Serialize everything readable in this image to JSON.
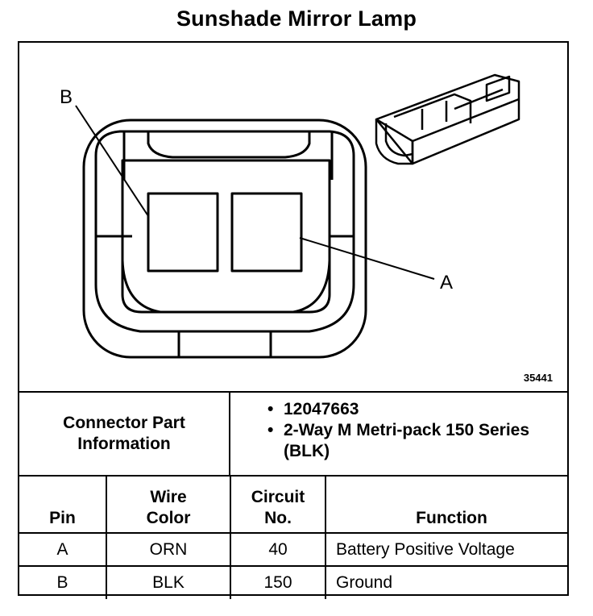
{
  "title": "Sunshade Mirror Lamp",
  "diagram": {
    "label_b": "B",
    "label_a": "A",
    "figure_number": "35441"
  },
  "connector_info": {
    "label": "Connector Part Information",
    "items": [
      "12047663",
      "2-Way M Metri-pack 150 Series (BLK)"
    ]
  },
  "pin_table": {
    "headers": {
      "pin": "Pin",
      "wire_color": "Wire Color",
      "circuit_no": "Circuit No.",
      "function": "Function"
    },
    "rows": [
      {
        "pin": "A",
        "wire_color": "ORN",
        "circuit_no": "40",
        "function": "Battery Positive Voltage"
      },
      {
        "pin": "B",
        "wire_color": "BLK",
        "circuit_no": "150",
        "function": "Ground"
      }
    ]
  }
}
